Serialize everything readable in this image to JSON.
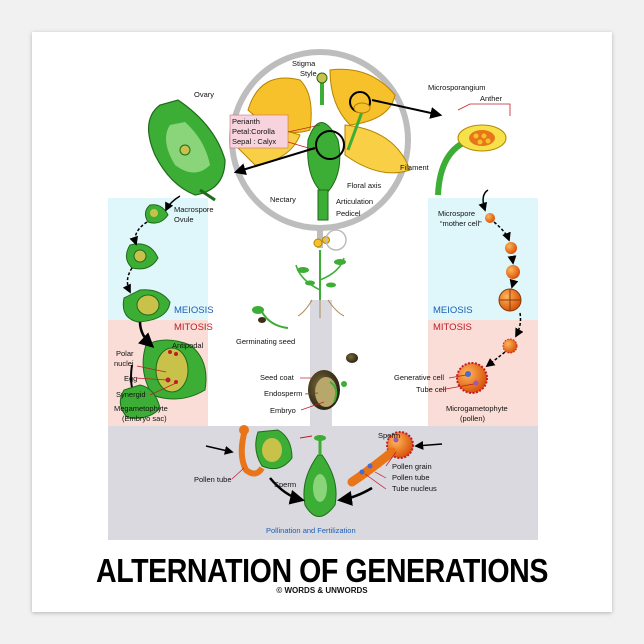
{
  "title": "ALTERNATION OF GENERATIONS",
  "copyright": "© WORDS & UNWORDS",
  "flower": {
    "stigma": "Stigma",
    "style": "Style",
    "ovary": "Ovary",
    "perianth": "Perianth",
    "petal": "Petal:Corolla",
    "sepal": "Sepal : Calyx",
    "nectary": "Nectary",
    "floral_axis": "Floral axis",
    "articulation": "Articulation",
    "pedicel": "Pedicel",
    "filament": "Filament",
    "microsporangium": "Microsporangium",
    "anther": "Anther"
  },
  "female": {
    "macrospore": "Macrospore",
    "ovule": "Ovule",
    "meiosis": "MEIOSIS",
    "mitosis": "MITOSIS",
    "antipodal": "Antipodal",
    "polar_nuclei_1": "Polar",
    "polar_nuclei_2": "nuclei",
    "egg": "Egg",
    "synergid": "Synergid",
    "megagametophyte": "Megametophyte",
    "embryo_sac": "(Embryo sac)"
  },
  "male": {
    "microspore_1": "Microspore",
    "microspore_2": "“mother cell”",
    "meiosis": "MEIOSIS",
    "mitosis": "MITOSIS",
    "generative_cell": "Generative cell",
    "tube_cell": "Tube cell",
    "microgametophyte": "Microgametophyte",
    "pollen": "(pollen)"
  },
  "center": {
    "germinating_seed": "Germinating seed",
    "seed_coat": "Seed coat",
    "endosperm": "Endosperm",
    "embryo": "Embryo"
  },
  "fertilization": {
    "pollen_tube_left": "Pollen tube",
    "sperm_left": "Sperm",
    "sperm_right": "Sperm",
    "pollen_grain": "Pollen grain",
    "pollen_tube_right": "Pollen tube",
    "tube_nucleus": "Tube nucleus",
    "caption": "Pollination and Fertilization"
  },
  "colors": {
    "meiosis_bg": "#dff7fb",
    "mitosis_bg": "#f9ddd6",
    "fertilization_bg": "#d9d9df",
    "petal": "#f6c12a",
    "plant_green": "#3cae35",
    "ovule": "#c9c24a",
    "pollen": "#e8751a",
    "perianth_box": "#f6d3dd"
  }
}
